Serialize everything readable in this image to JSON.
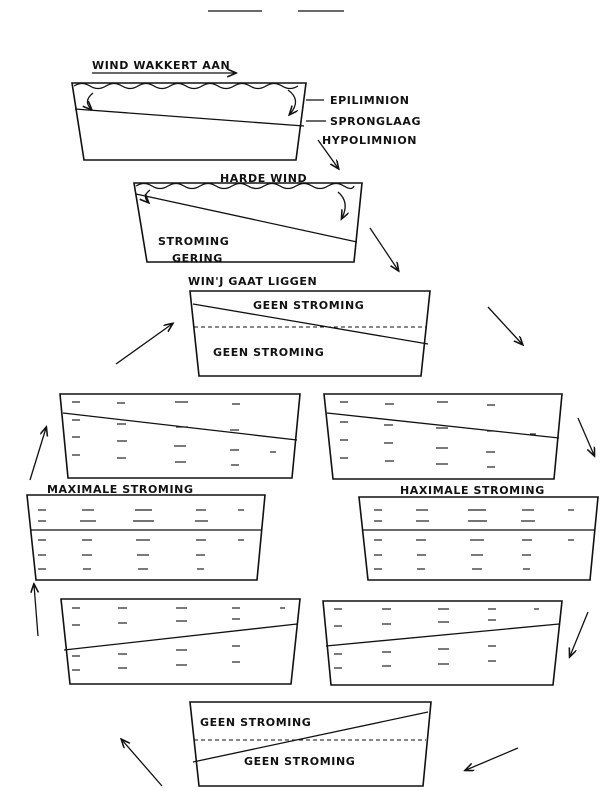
{
  "labels": {
    "wind_wakkert_aan": "WIND WAKKERT AAN",
    "epilimnion": "EPILIMNION",
    "spronglaag": "SPRONGLAAG",
    "hypolimnion": "HYPOLIMNION",
    "harde_wind": "HARDE WIND",
    "stroming": "STROMING",
    "gering": "GERING",
    "wind_gaat_liggen": "WIN'J GAAT LIGGEN",
    "geen_stroming": "GEEN STROMING",
    "maximale_stroming": "MAXIMALE STROMING",
    "haximale_stroming": "HAXIMALE STROMING"
  }
}
